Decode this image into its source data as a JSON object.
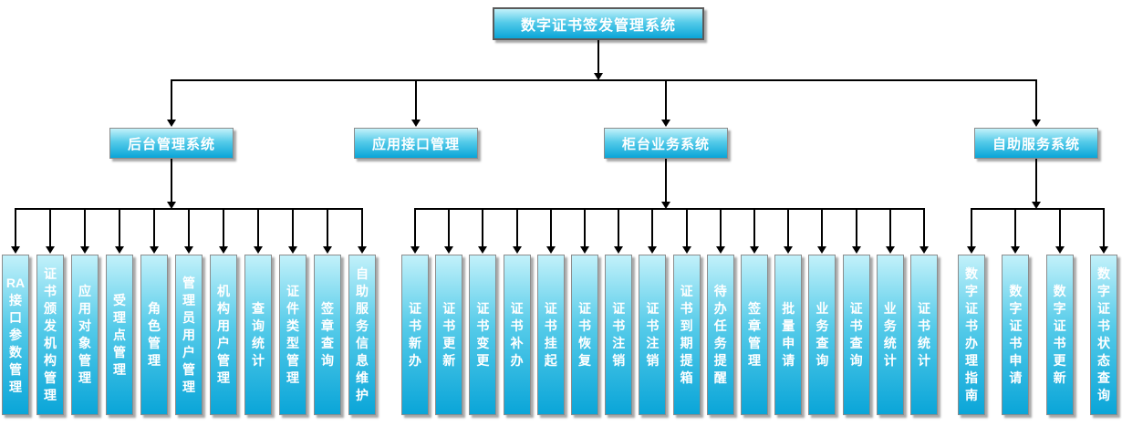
{
  "diagram": {
    "root": {
      "label": "数字证书签发管理系统"
    },
    "branches": [
      {
        "label": "后台管理系统",
        "children": [
          "RA接口参数管理",
          "证书颁发机构管理",
          "应用对象管理",
          "受理点管理",
          "角色管理",
          "管理员用户管理",
          "机构用户管理",
          "查询统计",
          "证件类型管理",
          "签章查询",
          "自助服务信息维护"
        ]
      },
      {
        "label": "应用接口管理",
        "children": []
      },
      {
        "label": "柜台业务系统",
        "children": [
          "证书新办",
          "证书更新",
          "证书变更",
          "证书补办",
          "证书挂起",
          "证书恢复",
          "证书注销",
          "证书注销",
          "证书到期提箱",
          "待办任务提醒",
          "签章管理",
          "批量申请",
          "业务查询",
          "证书查询",
          "业务统计",
          "证书统计"
        ]
      },
      {
        "label": "自助服务系统",
        "children": [
          "数字证书办理指南",
          "数字证书申请",
          "数字证书更新",
          "数字证书状态查询"
        ]
      }
    ],
    "colors": {
      "box_gradient_top": "#c2f1fa",
      "box_gradient_bottom": "#0aa5d8",
      "box_border": "#8c8c8c",
      "connector": "#000000",
      "text": "#ffffff"
    }
  }
}
